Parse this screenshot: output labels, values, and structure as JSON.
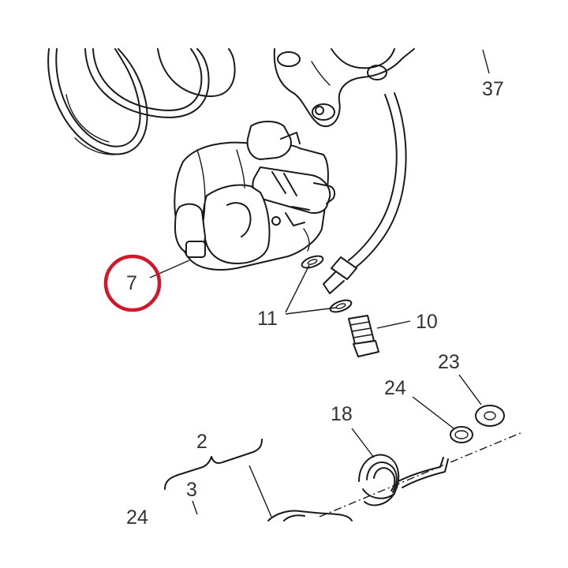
{
  "diagram": {
    "callouts": {
      "c37": "37",
      "c7": "7",
      "c11": "11",
      "c10": "10",
      "c23": "23",
      "c24a": "24",
      "c18": "18",
      "c2": "2",
      "c3": "3",
      "c24b": "24"
    },
    "highlight": {
      "callout": "7",
      "color": "#d0182a"
    }
  }
}
